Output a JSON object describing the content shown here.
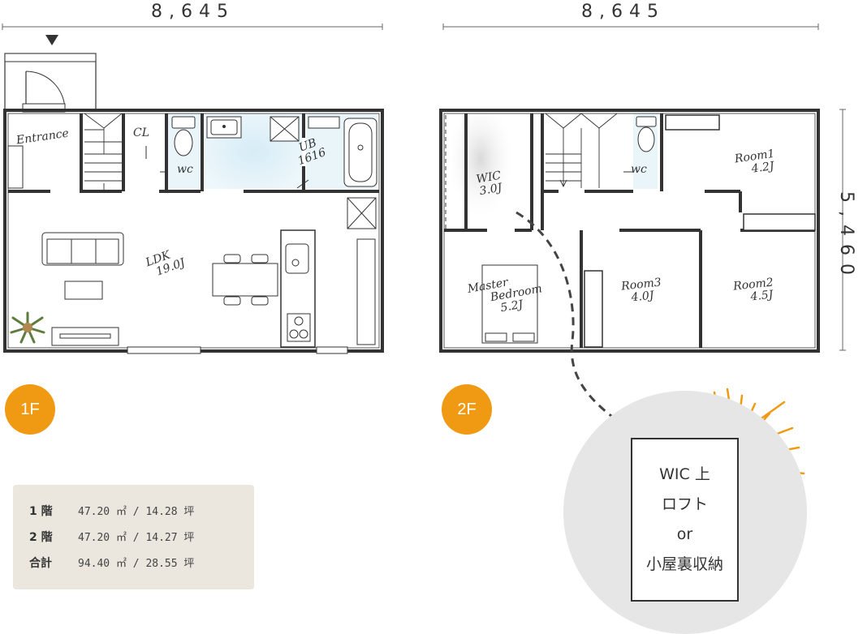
{
  "dimensions": {
    "floor1_width": "8,645",
    "floor2_width": "8,645",
    "depth": "5,460"
  },
  "floor1": {
    "badge": "1F",
    "rooms": {
      "entrance": "Entrance",
      "cl": "CL",
      "wc": "wc",
      "ub": "UB",
      "ub_size": "1616",
      "ldk": "LDK",
      "ldk_size": "19.0J"
    }
  },
  "floor2": {
    "badge": "2F",
    "rooms": {
      "wic": "WIC",
      "wic_size": "3.0J",
      "wc": "wc",
      "room1": "Room1",
      "room1_size": "4.2J",
      "room2": "Room2",
      "room2_size": "4.5J",
      "room3": "Room3",
      "room3_size": "4.0J",
      "master_line1": "Master",
      "master_line2": "Bedroom",
      "master_size": "5.2J"
    }
  },
  "loft": {
    "line1": "WIC 上",
    "line2": "ロフト",
    "line3": "or",
    "line4": "小屋裏収納"
  },
  "areas": [
    {
      "floor": "1 階",
      "value": "47.20 ㎡ / 14.28 坪"
    },
    {
      "floor": "2 階",
      "value": "47.20 ㎡ / 14.27 坪"
    },
    {
      "floor": "合計",
      "value": "94.40 ㎡ / 28.55 坪"
    }
  ],
  "colors": {
    "accent": "#ef9a12",
    "wet_area": "#d6ecf6",
    "wall": "#333333",
    "area_bg": "#ebe7df"
  }
}
